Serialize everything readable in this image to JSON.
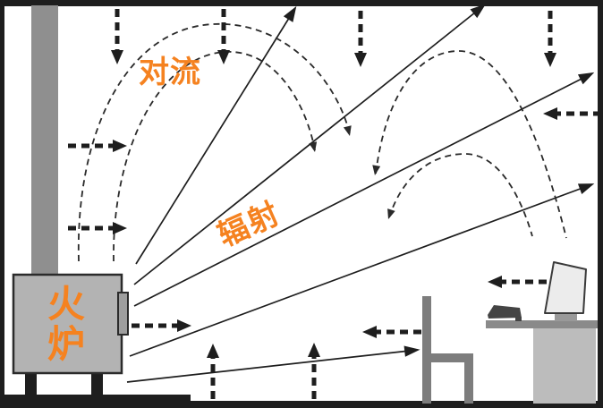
{
  "scene": {
    "labels": {
      "convection": "对流",
      "radiation": "辐射",
      "stove": "火\n炉"
    },
    "colors": {
      "label_orange": "#f58220",
      "line_black": "#1e1e1e",
      "stove_gray": "#b3b3b3",
      "stove_door_gray": "#9e9e9e",
      "chimney_gray": "#8f8f8f",
      "furniture_gray": "#7d7d7d",
      "desk_top_gray": "#8a8a8a",
      "desk_pedestal_gray": "#bcbcbc",
      "monitor_light": "#ececec",
      "keyboard_dark": "#444444",
      "background": "#ffffff"
    },
    "elements": [
      "stove",
      "chimney",
      "hearth",
      "chair",
      "desk",
      "computer-monitor",
      "keyboard",
      "radiation-arrows",
      "convection-loops",
      "ceiling-draft-arrows",
      "floor-draft-arrows",
      "wall-draft-arrows"
    ]
  }
}
